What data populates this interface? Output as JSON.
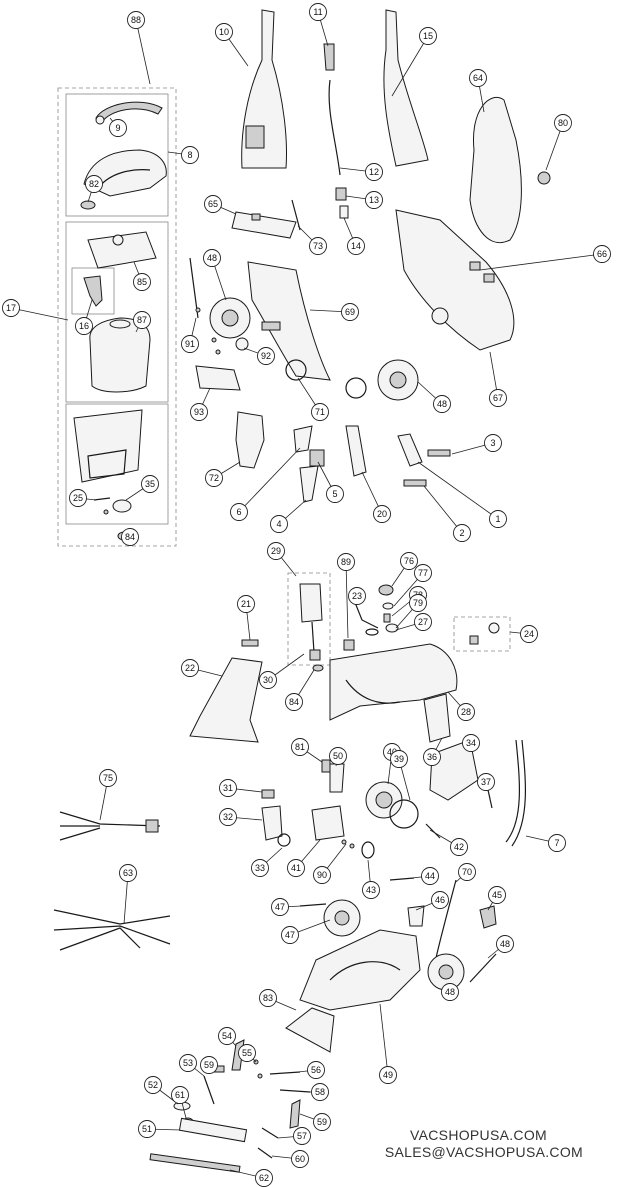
{
  "contact": {
    "website": "VACSHOPUSA.COM",
    "email": "SALES@VACSHOPUSA.COM"
  },
  "callouts": [
    {
      "label": "88"
    },
    {
      "label": "9"
    },
    {
      "label": "8"
    },
    {
      "label": "82"
    },
    {
      "label": "17"
    },
    {
      "label": "85"
    },
    {
      "label": "16"
    },
    {
      "label": "87"
    },
    {
      "label": "25"
    },
    {
      "label": "35"
    },
    {
      "label": "84"
    },
    {
      "label": "10"
    },
    {
      "label": "11"
    },
    {
      "label": "15"
    },
    {
      "label": "64"
    },
    {
      "label": "80"
    },
    {
      "label": "12"
    },
    {
      "label": "13"
    },
    {
      "label": "14"
    },
    {
      "label": "65"
    },
    {
      "label": "73"
    },
    {
      "label": "66"
    },
    {
      "label": "48"
    },
    {
      "label": "69"
    },
    {
      "label": "91"
    },
    {
      "label": "92"
    },
    {
      "label": "93"
    },
    {
      "label": "71"
    },
    {
      "label": "48"
    },
    {
      "label": "67"
    },
    {
      "label": "72"
    },
    {
      "label": "6"
    },
    {
      "label": "5"
    },
    {
      "label": "4"
    },
    {
      "label": "20"
    },
    {
      "label": "3"
    },
    {
      "label": "2"
    },
    {
      "label": "1"
    },
    {
      "label": "29"
    },
    {
      "label": "89"
    },
    {
      "label": "76"
    },
    {
      "label": "77"
    },
    {
      "label": "78"
    },
    {
      "label": "79"
    },
    {
      "label": "21"
    },
    {
      "label": "23"
    },
    {
      "label": "27"
    },
    {
      "label": "24"
    },
    {
      "label": "22"
    },
    {
      "label": "30"
    },
    {
      "label": "84"
    },
    {
      "label": "28"
    },
    {
      "label": "34"
    },
    {
      "label": "36"
    },
    {
      "label": "75"
    },
    {
      "label": "81"
    },
    {
      "label": "50"
    },
    {
      "label": "40"
    },
    {
      "label": "39"
    },
    {
      "label": "37"
    },
    {
      "label": "31"
    },
    {
      "label": "32"
    },
    {
      "label": "33"
    },
    {
      "label": "41"
    },
    {
      "label": "90"
    },
    {
      "label": "42"
    },
    {
      "label": "7"
    },
    {
      "label": "43"
    },
    {
      "label": "44"
    },
    {
      "label": "70"
    },
    {
      "label": "63"
    },
    {
      "label": "47"
    },
    {
      "label": "46"
    },
    {
      "label": "45"
    },
    {
      "label": "48"
    },
    {
      "label": "47"
    },
    {
      "label": "83"
    },
    {
      "label": "49"
    },
    {
      "label": "48"
    },
    {
      "label": "54"
    },
    {
      "label": "55"
    },
    {
      "label": "59"
    },
    {
      "label": "56"
    },
    {
      "label": "53"
    },
    {
      "label": "58"
    },
    {
      "label": "52"
    },
    {
      "label": "61"
    },
    {
      "label": "59"
    },
    {
      "label": "57"
    },
    {
      "label": "51"
    },
    {
      "label": "60"
    },
    {
      "label": "62"
    }
  ]
}
